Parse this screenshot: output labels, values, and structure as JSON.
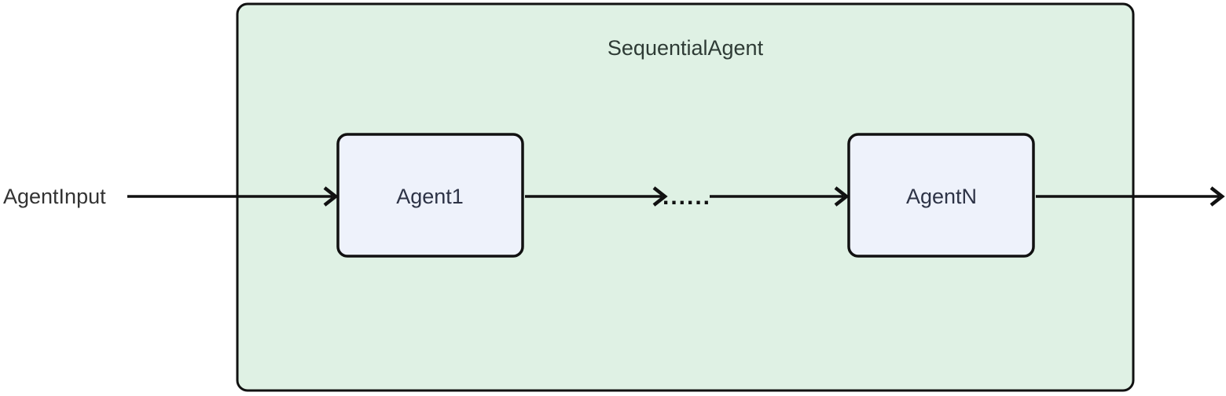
{
  "diagram": {
    "type": "flowchart-lr",
    "container": {
      "label": "SequentialAgent"
    },
    "input_label": "AgentInput",
    "nodes": [
      {
        "id": "agent1",
        "label": "Agent1"
      },
      {
        "id": "agentN",
        "label": "AgentN"
      }
    ],
    "ellipsis": "......",
    "edges": [
      {
        "from": "AgentInput",
        "to": "Agent1"
      },
      {
        "from": "Agent1",
        "to": "ellipsis"
      },
      {
        "from": "ellipsis",
        "to": "AgentN"
      },
      {
        "from": "AgentN",
        "to": "output"
      }
    ],
    "colors": {
      "container_fill": "#dff1e4",
      "node_fill": "#eef2fb",
      "border": "#111111",
      "text": "#333333",
      "node_text": "#2d3346"
    }
  }
}
